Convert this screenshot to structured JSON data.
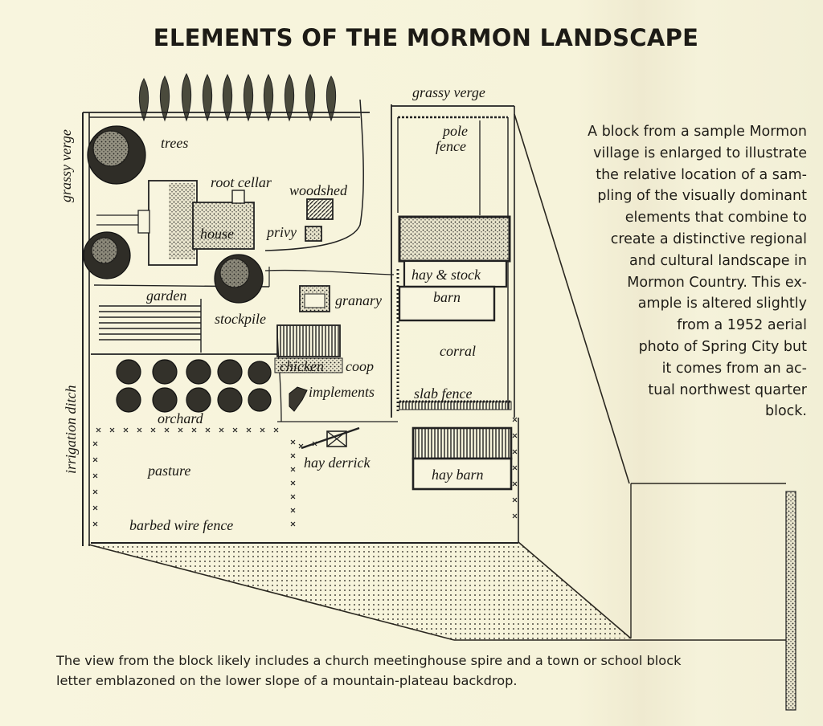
{
  "title": "ELEMENTS OF THE MORMON LANDSCAPE",
  "labels": {
    "grassy_verge_left": "grassy verge",
    "grassy_verge_top": "grassy verge",
    "trees": "trees",
    "root_cellar": "root cellar",
    "woodshed": "woodshed",
    "house": "house",
    "privy": "privy",
    "garden": "garden",
    "stockpile": "stockpile",
    "granary": "granary",
    "chicken": "chicken",
    "coop": "coop",
    "implements": "implements",
    "orchard": "orchard",
    "irrigation_ditch": "irrigation ditch",
    "pasture": "pasture",
    "barbed_wire_fence": "barbed wire fence",
    "hay_derrick": "hay derrick",
    "pole": "pole",
    "fence": "fence",
    "hay_stock": "hay & stock",
    "barn": "barn",
    "corral": "corral",
    "slab_fence": "slab fence",
    "hay_barn": "hay barn"
  },
  "description": [
    "A block from a sample Mormon",
    "village is enlarged to illustrate",
    "the relative location of a sam-",
    "pling of the visually dominant",
    "elements that combine to",
    "create a distinctive regional",
    "and cultural landscape in",
    "Mormon Country. This ex-",
    "ample is altered slightly",
    "from a 1952 aerial",
    "photo of Spring City but",
    "it comes from an ac-",
    "tual northwest quarter",
    "block."
  ],
  "caption": [
    "The view from the block likely includes a church meetinghouse spire and a town or school block",
    "letter emblazoned on the lower slope of a mountain-plateau backdrop."
  ]
}
